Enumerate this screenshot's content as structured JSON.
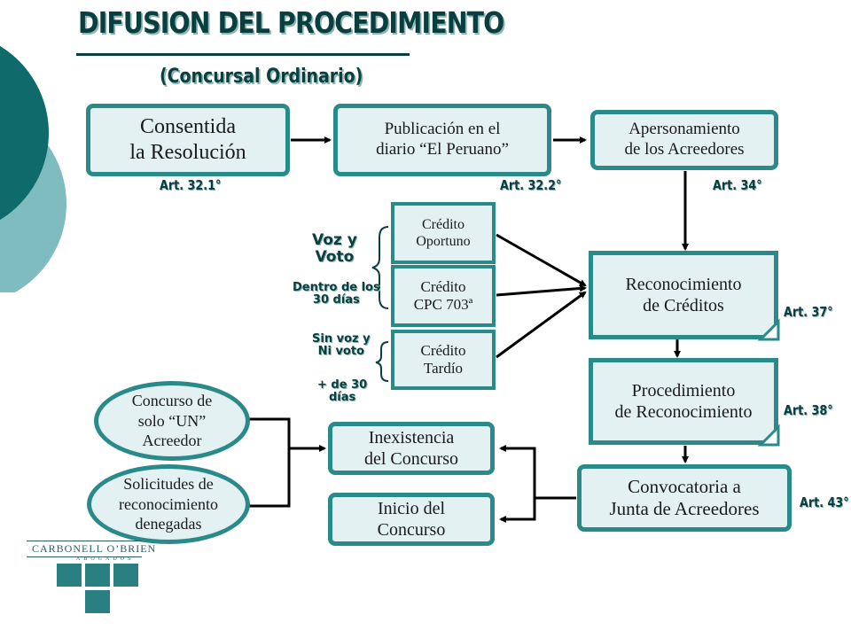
{
  "title": "DIFUSION DEL PROCEDIMIENTO",
  "subtitle": "(Concursal Ordinario)",
  "boxes": {
    "consentida": [
      "Consentida",
      "la Resolución"
    ],
    "publicacion": [
      "Publicación en el",
      "diario “El Peruano”"
    ],
    "apersonamiento": [
      "Apersonamiento",
      "de los Acreedores"
    ],
    "credito_oportuno": [
      "Crédito",
      "Oportuno"
    ],
    "credito_cpc": [
      "Crédito",
      "CPC 703ª"
    ],
    "credito_tardio": [
      "Crédito",
      "Tardío"
    ],
    "reconocimiento": [
      "Reconocimiento",
      "de Créditos"
    ],
    "procedimiento": [
      "Procedimiento",
      "de Reconocimiento"
    ],
    "convocatoria": [
      "Convocatoria a",
      "Junta de Acreedores"
    ],
    "inexistencia": [
      "Inexistencia",
      "del Concurso"
    ],
    "inicio": [
      "Inicio del",
      "Concurso"
    ],
    "concurso_un": [
      "Concurso de",
      "solo “UN”",
      "Acreedor"
    ],
    "solicitudes": [
      "Solicitudes de",
      "reconocimiento",
      "denegadas"
    ]
  },
  "articles": {
    "art_321": "Art. 32.1°",
    "art_322": "Art. 32.2°",
    "art_34": "Art. 34°",
    "art_37": "Art. 37°",
    "art_38": "Art. 38°",
    "art_43": "Art. 43°"
  },
  "side_labels": {
    "voz_voto": [
      "Voz y",
      "Voto"
    ],
    "dentro": [
      "Dentro de los",
      "30 días"
    ],
    "sin_voz": [
      "Sin voz y",
      "Ni voto"
    ],
    "mas_30": [
      "+ de 30",
      "días"
    ]
  },
  "logo": {
    "name": "CARBONELL O’BRIEN",
    "subtitle": "ABOGADOS"
  },
  "colors": {
    "box_border": "#2a8a8a",
    "box_fill": "#e3f1f3",
    "title": "#0a3f3f",
    "accent_circle_dark": "#0f6b6b",
    "accent_circle_light": "#7fbcbf"
  }
}
